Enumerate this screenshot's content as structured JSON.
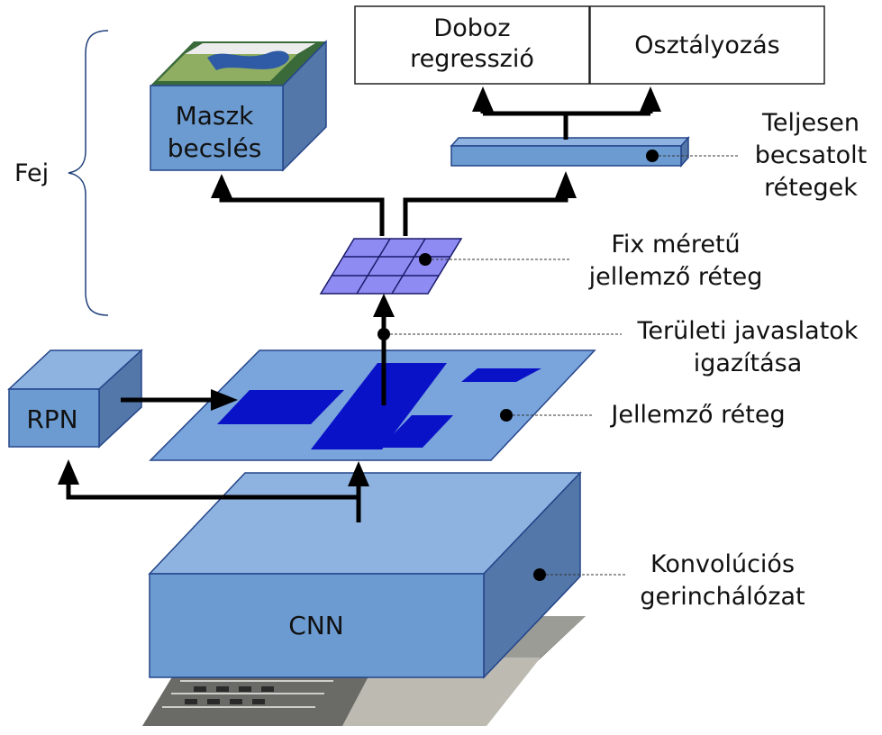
{
  "labels": {
    "head_label": "Fej",
    "mask": [
      "Maszk",
      "becslés"
    ],
    "box_regression": [
      "Doboz",
      "regresszió"
    ],
    "classification": "Osztályozás",
    "fully_connected": [
      "Teljesen",
      "becsatolt",
      "rétegek"
    ],
    "fixed_size": [
      "Fix méretű",
      "jellemző réteg"
    ],
    "roi_align": [
      "Területi javaslatok",
      "igazítása"
    ],
    "feature_layer": "Jellemző réteg",
    "rpn": "RPN",
    "backbone": [
      "Konvolúciós",
      "gerinchálózat"
    ],
    "cnn": "CNN"
  },
  "colors": {
    "block_front": "#6c9bd1",
    "block_top": "#8fb3e0",
    "block_side": "#5377a8",
    "block_stroke": "#24458a",
    "feature_plane": "#7aa4dc",
    "region": "#0a12c8",
    "grid_fill": "#8e8cf2"
  }
}
